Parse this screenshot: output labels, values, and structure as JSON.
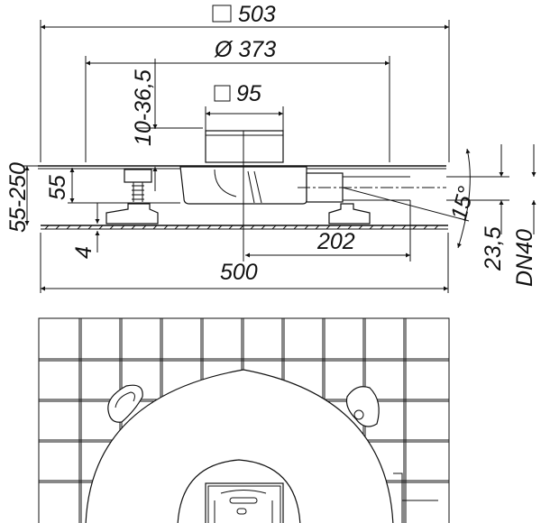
{
  "drawing": {
    "dimensions": {
      "top_width": "503",
      "top_width_symbol": "square",
      "diameter": "Ø 373",
      "grate_size": "95",
      "grate_size_symbol": "square",
      "adjust_height": "10-36,5",
      "total_height": "55-250",
      "body_height": "55",
      "base_thickness": "4",
      "outlet_offset": "202",
      "base_width": "500",
      "outlet_angle": "15°",
      "outlet_height": "23,5",
      "outlet_size": "DN40"
    },
    "colors": {
      "line": "#111111",
      "background": "#ffffff"
    }
  }
}
